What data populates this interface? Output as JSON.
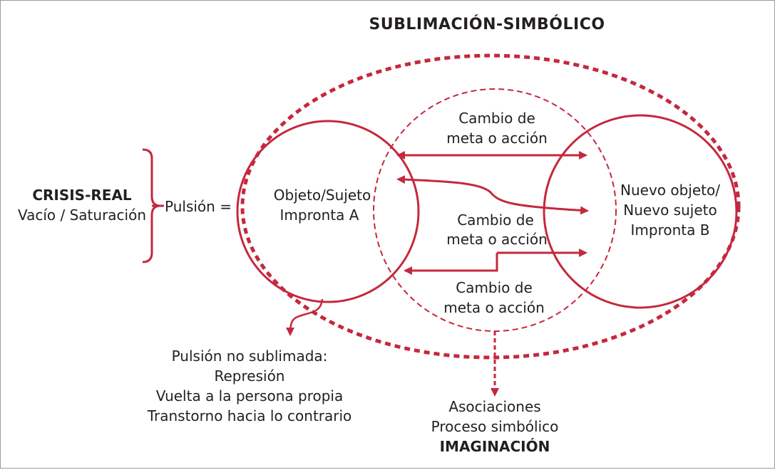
{
  "title": "SUBLIMACIÓN-SIMBÓLICO",
  "crisis": {
    "heading": "CRISIS-REAL",
    "subheading": "Vacío / Saturación"
  },
  "pulsion_label": "Pulsión =",
  "circle_a": {
    "line1": "Objeto/Sujeto",
    "line2": "Impronta A"
  },
  "circle_b": {
    "line1": "Nuevo objeto/",
    "line2": "Nuevo sujeto",
    "line3": "Impronta B"
  },
  "change_top": {
    "line1": "Cambio de",
    "line2": "meta o acción"
  },
  "change_mid": {
    "line1": "Cambio de",
    "line2": "meta o acción"
  },
  "change_bottom": {
    "line1": "Cambio de",
    "line2": "meta o acción"
  },
  "non_sublimated": {
    "line1": "Pulsión no sublimada:",
    "line2": "Represión",
    "line3": "Vuelta a la persona propia",
    "line4": "Transtorno hacia lo contrario"
  },
  "outcome": {
    "line1": "Asociaciones",
    "line2": "Proceso simbólico",
    "line3": "IMAGINACIÓN"
  },
  "colors": {
    "accent": "#c5283d",
    "text": "#231f20",
    "border": "#9a9a9a"
  }
}
